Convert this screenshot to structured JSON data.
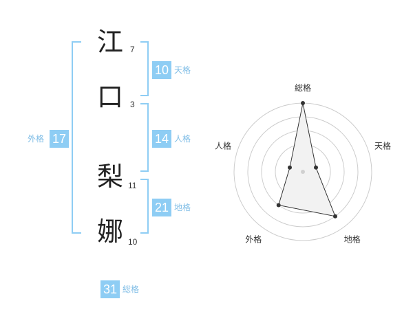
{
  "name_chars": [
    {
      "char": "江",
      "strokes": "7"
    },
    {
      "char": "口",
      "strokes": "3"
    },
    {
      "char": "梨",
      "strokes": "11"
    },
    {
      "char": "娜",
      "strokes": "10"
    }
  ],
  "kaku": {
    "tenkaku": {
      "value": "10",
      "label": "天格"
    },
    "jinkaku": {
      "value": "14",
      "label": "人格"
    },
    "chikaku": {
      "value": "21",
      "label": "地格"
    },
    "gaikaku": {
      "value": "17",
      "label": "外格"
    },
    "soukaku": {
      "value": "31",
      "label": "総格"
    }
  },
  "colors": {
    "accent": "#8ecdf4",
    "label": "#7fbde6",
    "text": "#222222"
  },
  "chart_data": {
    "type": "radar",
    "axes": [
      "総格",
      "天格",
      "地格",
      "外格",
      "人格"
    ],
    "values": [
      1.0,
      0.2,
      0.8,
      0.6,
      0.2
    ],
    "range": [
      0,
      1
    ],
    "rings": 5,
    "grid": true
  }
}
